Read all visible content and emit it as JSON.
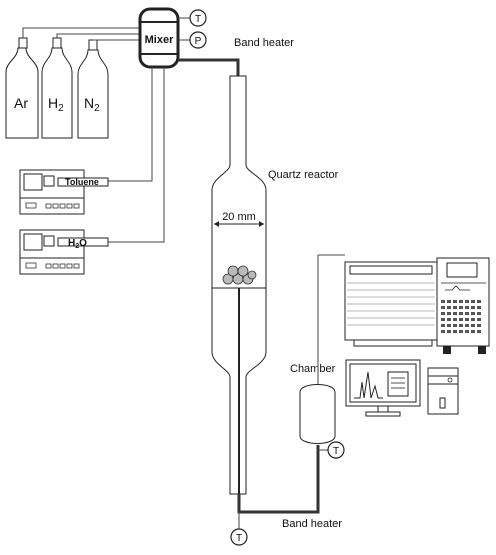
{
  "labels": {
    "mixer": "Mixer",
    "band_heater_top": "Band heater",
    "band_heater_bottom": "Band heater",
    "quartz_reactor": "Quartz reactor",
    "width": "20 mm",
    "chamber": "Chamber",
    "toluene": "Toluene",
    "h2o_main": "H",
    "h2o_sub": "2",
    "h2o_tail": "O"
  },
  "gauges": {
    "temperature": "T",
    "pressure": "P"
  },
  "cylinders": [
    {
      "main": "Ar",
      "sub": ""
    },
    {
      "main": "H",
      "sub": "2"
    },
    {
      "main": "N",
      "sub": "2"
    }
  ]
}
